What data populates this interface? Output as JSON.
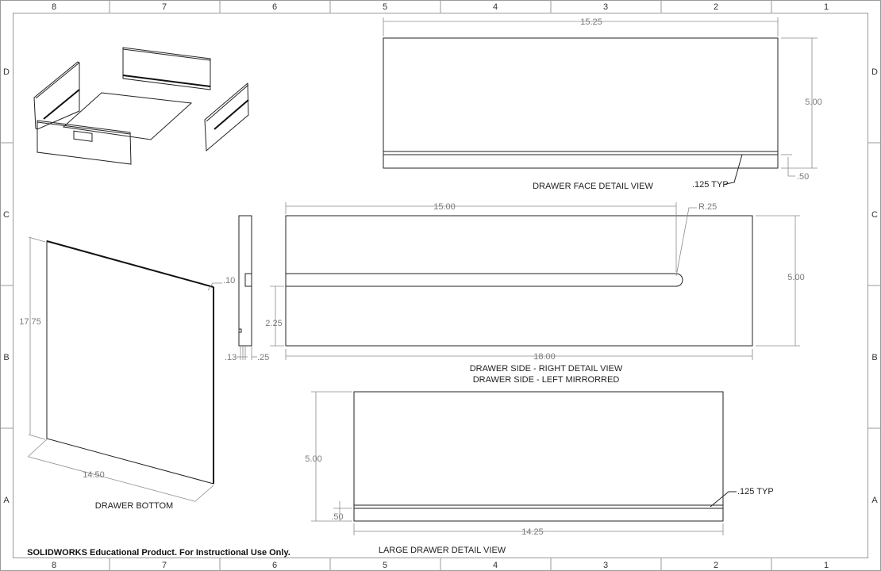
{
  "sheet": {
    "columns": [
      "8",
      "7",
      "6",
      "5",
      "4",
      "3",
      "2",
      "1"
    ],
    "rows": [
      "D",
      "C",
      "B",
      "A"
    ],
    "watermark": "SOLIDWORKS Educational Product. For Instructional Use Only."
  },
  "views": {
    "drawer_face": {
      "title": "DRAWER FACE DETAIL VIEW",
      "width": "15.25",
      "height": "5.00",
      "groove_offset": ".50",
      "groove_note": ".125 TYP"
    },
    "drawer_side": {
      "title_line1": "DRAWER SIDE - RIGHT DETAIL VIEW",
      "title_line2": "DRAWER SIDE - LEFT MIRRORRED",
      "groove_length": "15.00",
      "radius": "R.25",
      "height": "5.00",
      "groove_height": "2.25",
      "length": "18.00"
    },
    "side_edge": {
      "dim_left": ".13",
      "dim_right": ".25"
    },
    "drawer_bottom": {
      "title": "DRAWER BOTTOM",
      "depth": "17.75",
      "width": "14.50",
      "thickness": ".10"
    },
    "large_drawer": {
      "title": "LARGE DRAWER DETAIL VIEW",
      "height": "5.00",
      "groove_offset": ".50",
      "width": "14.25",
      "groove_note": ".125 TYP"
    }
  }
}
